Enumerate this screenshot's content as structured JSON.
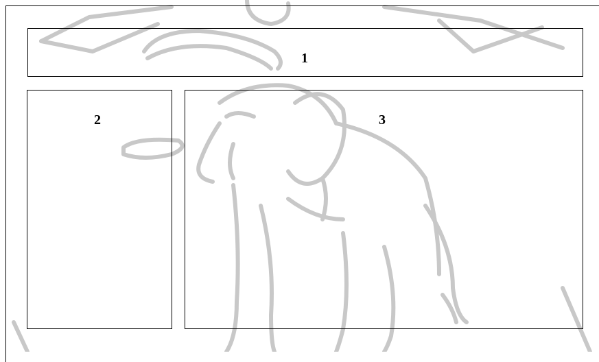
{
  "layout_regions": [
    {
      "id": "1",
      "label": "1"
    },
    {
      "id": "2",
      "label": "2"
    },
    {
      "id": "3",
      "label": "3"
    }
  ],
  "watermark": {
    "icon": "elephant-emblem-icon",
    "color": "#c8c8c8"
  },
  "colors": {
    "frame": "#000000",
    "background": "#ffffff"
  }
}
